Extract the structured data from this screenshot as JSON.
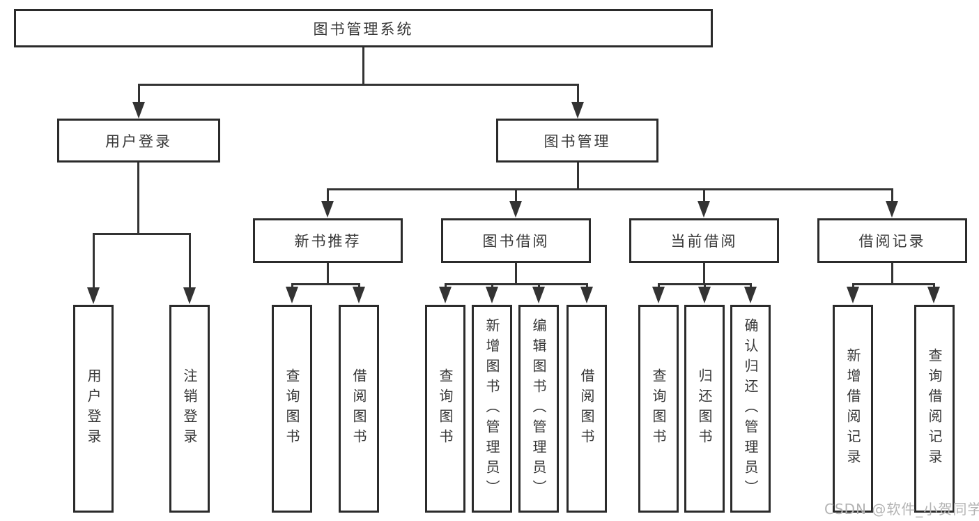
{
  "diagram_title": "图书管理系统",
  "tree": {
    "root": {
      "label": "图书管理系统",
      "children": [
        {
          "label": "用户登录",
          "children": [
            {
              "label": "用户登录"
            },
            {
              "label": "注销登录"
            }
          ]
        },
        {
          "label": "图书管理",
          "children": [
            {
              "label": "新书推荐",
              "children": [
                {
                  "label": "查询图书"
                },
                {
                  "label": "借阅图书"
                }
              ]
            },
            {
              "label": "图书借阅",
              "children": [
                {
                  "label": "查询图书"
                },
                {
                  "label": "新增图书（管理员）"
                },
                {
                  "label": "编辑图书（管理员）"
                },
                {
                  "label": "借阅图书"
                }
              ]
            },
            {
              "label": "当前借阅",
              "children": [
                {
                  "label": "查询图书"
                },
                {
                  "label": "归还图书"
                },
                {
                  "label": "确认归还（管理员）"
                }
              ]
            },
            {
              "label": "借阅记录",
              "children": [
                {
                  "label": "新增借阅记录"
                },
                {
                  "label": "查询借阅记录"
                }
              ]
            }
          ]
        }
      ]
    }
  },
  "watermark": {
    "text": "CSDN @软件_小贺同学",
    "color": "#b3b3b3"
  },
  "colors": {
    "background": "#ffffff",
    "box_border": "#2b2b2b",
    "connector_line": "#333333",
    "text": "#383838"
  }
}
